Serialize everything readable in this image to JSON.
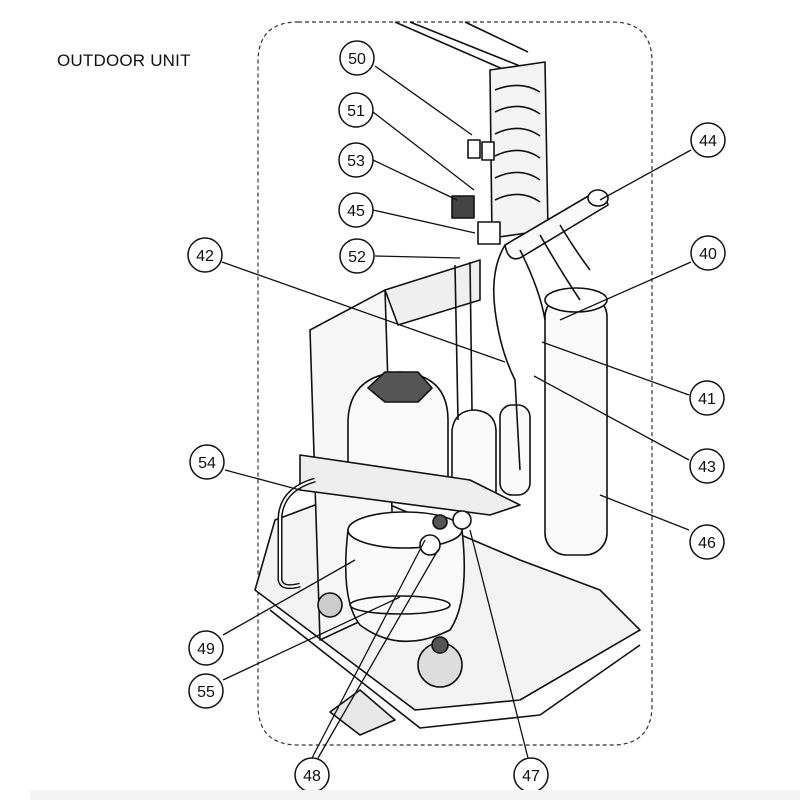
{
  "title": "OUTDOOR UNIT",
  "callouts": [
    {
      "label": "50"
    },
    {
      "label": "51"
    },
    {
      "label": "53"
    },
    {
      "label": "45"
    },
    {
      "label": "52"
    },
    {
      "label": "42"
    },
    {
      "label": "44"
    },
    {
      "label": "40"
    },
    {
      "label": "41"
    },
    {
      "label": "43"
    },
    {
      "label": "46"
    },
    {
      "label": "54"
    },
    {
      "label": "49"
    },
    {
      "label": "55"
    },
    {
      "label": "48"
    },
    {
      "label": "47"
    }
  ],
  "colors": {
    "line": "#111111",
    "accent_fill": "#d6d6d6",
    "dark_fill": "#8a8a8a"
  }
}
